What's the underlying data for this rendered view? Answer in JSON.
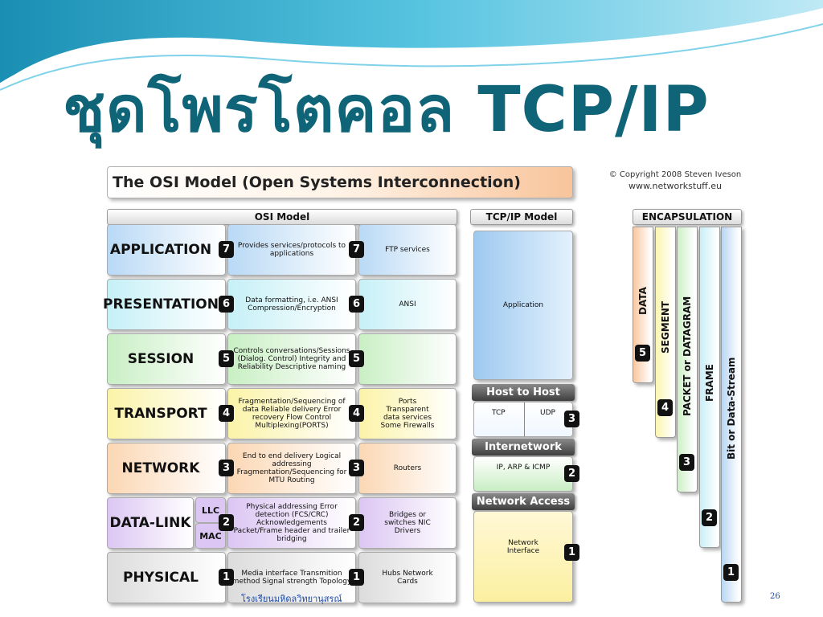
{
  "slide": {
    "title": "ชุดโพรโตคอล TCP/IP",
    "footer": "โรงเรียนมหิดลวิทยานุสรณ์",
    "page_number": "26"
  },
  "diagram": {
    "title": "The OSI Model (Open Systems Interconnection)",
    "copyright_line1": "© Copyright 2008 Steven Iveson",
    "copyright_line2": "www.networkstuff.eu",
    "osi_header": "OSI Model",
    "tcpip_header": "TCP/IP Model",
    "encapsulation_header": "ENCAPSULATION",
    "layers": [
      {
        "name": "APPLICATION",
        "number": "7",
        "description": "Provides services/protocols to applications",
        "examples": "FTP services",
        "color": "#b9d9f5"
      },
      {
        "name": "PRESENTATION",
        "number": "6",
        "description": "Data formatting, i.e. ANSI Compression/Encryption",
        "examples": "ANSI",
        "color": "#c6f0f7"
      },
      {
        "name": "SESSION",
        "number": "5",
        "description": "Controls conversations/Sessions (Dialog. Control) Integrity and Reliability Descriptive naming",
        "examples": "",
        "color": "#c9efc4"
      },
      {
        "name": "TRANSPORT",
        "number": "4",
        "description": "Fragmentation/Sequencing of data Reliable delivery Error recovery Flow Control Multiplexing(PORTS)",
        "examples": "Ports Transparent data services Some Firewalls",
        "color": "#fbf3a8"
      },
      {
        "name": "NETWORK",
        "number": "3",
        "description": "End to end delivery Logical addressing Fragmentation/Sequencing for MTU Routing",
        "examples": "Routers",
        "color": "#fbd7b4"
      },
      {
        "name": "DATA-LINK",
        "number": "2",
        "description": "Physical addressing Error detection (FCS/CRC) Acknowledgements Packet/Frame header and trailer bridging",
        "examples": "Bridges or switches NIC Drivers",
        "color": "#dcc6f3",
        "sublayers": [
          "LLC",
          "MAC"
        ]
      },
      {
        "name": "PHYSICAL",
        "number": "1",
        "description": "Media interface Transmition method Signal strength Topology",
        "examples": "Hubs Network Cards",
        "color": "#dcdcdc"
      }
    ],
    "tcpip": {
      "application": "Application",
      "host_to_host": "Host to Host",
      "tcp": "TCP",
      "udp": "UDP",
      "host_number": "3",
      "internetwork": "Internetwork",
      "internet_protocols": "IP, ARP & ICMP",
      "internet_number": "2",
      "network_access": "Network Access",
      "network_interface": "Network Interface",
      "access_number": "1"
    },
    "encapsulation": [
      {
        "label": "DATA",
        "number": "5",
        "color": "#f8c7a0"
      },
      {
        "label": "SEGMENT",
        "number": "4",
        "color": "#fbf5b0"
      },
      {
        "label": "PACKET or DATAGRAM",
        "number": "3",
        "color": "#cdf0c6"
      },
      {
        "label": "FRAME",
        "number": "2",
        "color": "#c8eef7"
      },
      {
        "label": "Bit or Data-Stream",
        "number": "1",
        "color": "#b8d6f2"
      }
    ]
  }
}
